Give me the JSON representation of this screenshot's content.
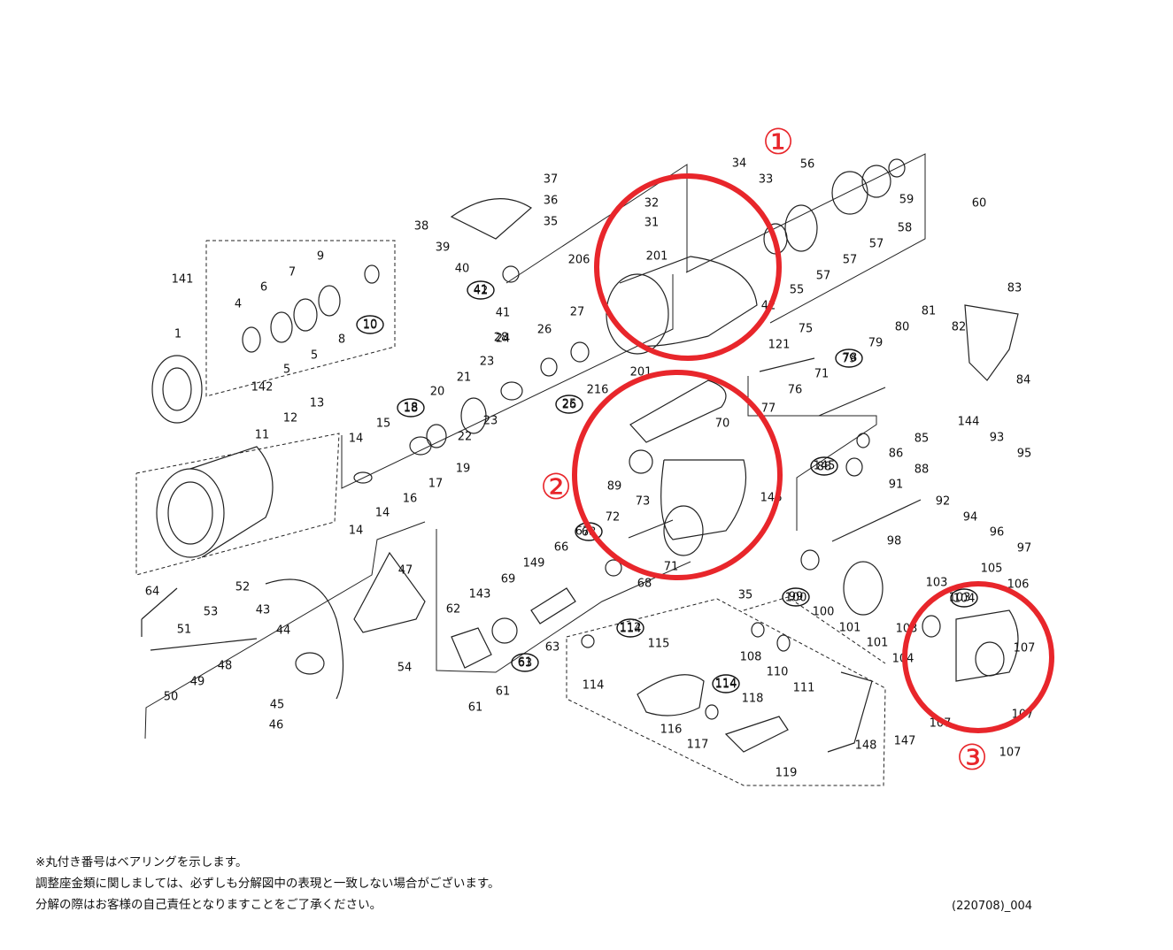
{
  "diagram": {
    "callouts": [
      {
        "label": "①"
      },
      {
        "label": "②"
      },
      {
        "label": "③"
      }
    ],
    "part_labels": [
      "1",
      "4",
      "5",
      "5",
      "6",
      "7",
      "8",
      "9",
      "10",
      "141",
      "142",
      "11",
      "12",
      "13",
      "14",
      "14",
      "14",
      "15",
      "16",
      "17",
      "18",
      "19",
      "20",
      "21",
      "22",
      "23",
      "23",
      "24",
      "25",
      "26",
      "27",
      "28",
      "216",
      "206",
      "201",
      "201",
      "31",
      "32",
      "33",
      "34",
      "35",
      "36",
      "37",
      "38",
      "39",
      "40",
      "41",
      "41",
      "42",
      "55",
      "56",
      "57",
      "57",
      "57",
      "58",
      "59",
      "60",
      "121",
      "75",
      "76",
      "77",
      "71",
      "78",
      "79",
      "80",
      "81",
      "82",
      "83",
      "84",
      "85",
      "86",
      "145",
      "88",
      "91",
      "146",
      "89",
      "73",
      "72",
      "71",
      "70",
      "144",
      "92",
      "93",
      "94",
      "95",
      "96",
      "97",
      "98",
      "147",
      "148",
      "149",
      "66",
      "67",
      "68",
      "69",
      "143",
      "62",
      "61",
      "61",
      "61",
      "63",
      "64",
      "53",
      "51",
      "49",
      "50",
      "48",
      "52",
      "43",
      "44",
      "45",
      "46",
      "47",
      "54",
      "35",
      "99",
      "100",
      "101",
      "101",
      "103",
      "103",
      "103",
      "104",
      "105",
      "106",
      "107",
      "107",
      "107",
      "107",
      "108",
      "110",
      "111",
      "112",
      "114",
      "114",
      "115",
      "116",
      "117",
      "118",
      "119",
      "120"
    ],
    "bearing_labels": [
      "10",
      "18",
      "26",
      "42",
      "63",
      "68",
      "79",
      "88",
      "100",
      "104",
      "114",
      "114"
    ]
  },
  "notes": [
    "※丸付き番号はベアリングを示します。",
    "調整座金類に関しましては、必ずしも分解図中の表現と一致しない場合がございます。",
    "分解の際はお客様の自己責任となりますことをご了承ください。"
  ],
  "diagram_code": "(220708)_004",
  "colors": {
    "accent": "#e8262b",
    "line": "#111111"
  }
}
